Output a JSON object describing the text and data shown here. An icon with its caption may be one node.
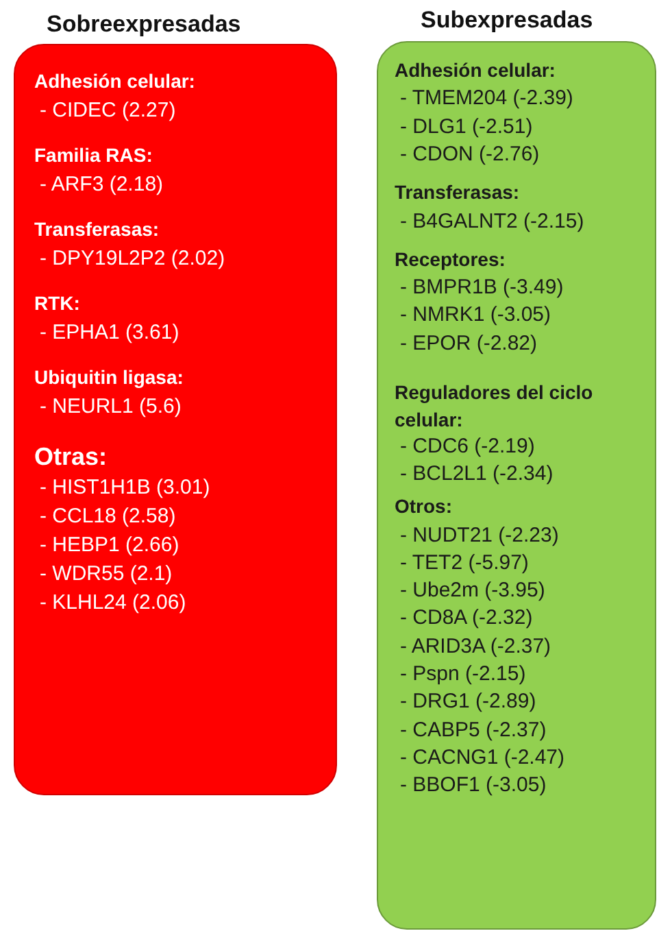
{
  "diagram": {
    "nodes": [
      {
        "text": [
          "Sobreexpresadas",
          "Adhesión celular:",
          "- CIDEC (2.27)",
          "Familia RAS:",
          "- ARF3 (2.18)",
          "Transferasas:",
          "- DPY19L2P2 (2.02)",
          "RTK:",
          "- EPHA1 (3.61)",
          "Ubiquitin ligasa:",
          "- NEURL1 (5.6)",
          "Otras:",
          "- HIST1H1B (3.01)",
          "- CCL18 (2.58)",
          "- HEBP1 (2.66)",
          "- WDR55 (2.1)",
          "- KLHL24 (2.06)"
        ]
      },
      {
        "text": [
          "Subexpresadas",
          "Adhesión celular:",
          "- TMEM204 (-2.39)",
          "- DLG1 (-2.51)",
          "- CDON (-2.76)",
          "Transferasas:",
          "- B4GALNT2 (-2.15)",
          "Receptores:",
          "- BMPR1B (-3.49)",
          "- NMRK1 (-3.05)",
          "- EPOR (-2.82)",
          "Reguladores del ciclo celular:",
          "- CDC6 (-2.19)",
          "- BCL2L1 (-2.34)",
          "Otros:",
          "- NUDT21 (-2.23)",
          "- TET2 (-5.97)",
          "- Ube2m (-3.95)",
          "- CD8A (-2.32)",
          "- ARID3A (-2.37)",
          "- Pspn (-2.15)",
          "- DRG1 (-2.89)",
          "- CABP5 (-2.37)",
          "- CACNG1 (-2.47)",
          "- BBOF1 (-3.05)"
        ]
      }
    ]
  }
}
